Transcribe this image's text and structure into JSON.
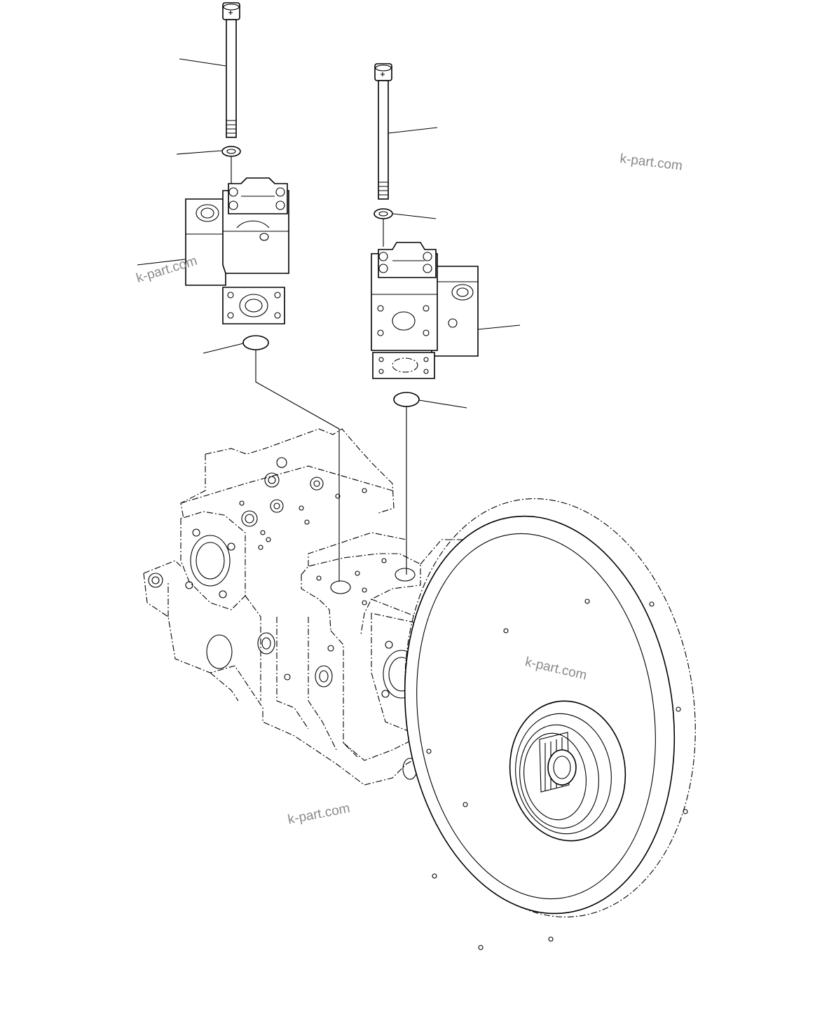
{
  "diagram": {
    "watermarks": [
      "k-part.com",
      "k-part.com",
      "k-part.com",
      "k-part.com"
    ],
    "parts": [
      "long-bolt-left",
      "washer-left",
      "servo-valve-left",
      "o-ring-left",
      "long-bolt-right",
      "washer-right",
      "servo-valve-right",
      "o-ring-right",
      "main-pump-assembly",
      "drive-coupling-flange"
    ]
  }
}
